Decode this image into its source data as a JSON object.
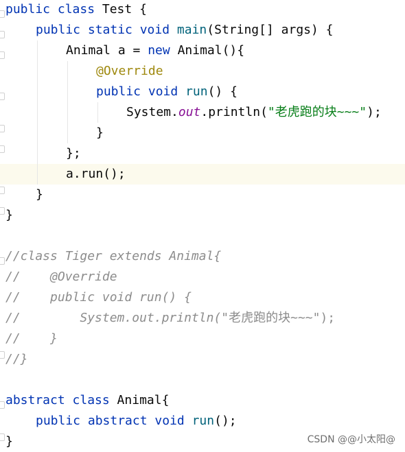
{
  "editor": {
    "current_line": 8,
    "lines": [
      {
        "indent": 0,
        "fold": "top",
        "tokens": [
          {
            "t": "public class",
            "c": "kw"
          },
          {
            "t": " Test {",
            "c": "txt"
          }
        ]
      },
      {
        "indent": 1,
        "fold": "top",
        "tokens": [
          {
            "t": "public static void",
            "c": "kw"
          },
          {
            "t": " ",
            "c": "txt"
          },
          {
            "t": "main",
            "c": "fn"
          },
          {
            "t": "(String[] args) {",
            "c": "txt"
          }
        ]
      },
      {
        "indent": 2,
        "fold": "top",
        "tokens": [
          {
            "t": "Animal a = ",
            "c": "txt"
          },
          {
            "t": "new",
            "c": "kw"
          },
          {
            "t": " Animal(){",
            "c": "txt"
          }
        ]
      },
      {
        "indent": 3,
        "tokens": [
          {
            "t": "@Override",
            "c": "ann"
          }
        ]
      },
      {
        "indent": 3,
        "fold": "top",
        "tokens": [
          {
            "t": "public void",
            "c": "kw"
          },
          {
            "t": " ",
            "c": "txt"
          },
          {
            "t": "run",
            "c": "fn"
          },
          {
            "t": "() {",
            "c": "txt"
          }
        ]
      },
      {
        "indent": 4,
        "tokens": [
          {
            "t": "System.",
            "c": "txt"
          },
          {
            "t": "out",
            "c": "fld"
          },
          {
            "t": ".println(",
            "c": "txt"
          },
          {
            "t": "\"老虎跑的块~~~\"",
            "c": "str"
          },
          {
            "t": ");",
            "c": "txt"
          }
        ]
      },
      {
        "indent": 3,
        "fold": "bottom",
        "tokens": [
          {
            "t": "}",
            "c": "txt"
          }
        ]
      },
      {
        "indent": 2,
        "fold": "bottom",
        "tokens": [
          {
            "t": "};",
            "c": "txt"
          }
        ]
      },
      {
        "indent": 2,
        "tokens": [
          {
            "t": "a.run();",
            "c": "txt"
          }
        ]
      },
      {
        "indent": 1,
        "fold": "bottom",
        "tokens": [
          {
            "t": "}",
            "c": "txt"
          }
        ]
      },
      {
        "indent": 0,
        "fold": "bottom",
        "tokens": [
          {
            "t": "}",
            "c": "txt"
          }
        ]
      },
      {
        "indent": 0,
        "tokens": []
      },
      {
        "indent": 0,
        "fold": "top",
        "tokens": [
          {
            "t": "//class Tiger extends Animal{",
            "c": "cmt"
          }
        ]
      },
      {
        "indent": 0,
        "tokens": [
          {
            "t": "//    @Override",
            "c": "cmt"
          }
        ]
      },
      {
        "indent": 0,
        "tokens": [
          {
            "t": "//    public void run() {",
            "c": "cmt"
          }
        ]
      },
      {
        "indent": 0,
        "tokens": [
          {
            "t": "//        System.out.println(",
            "c": "cmt"
          },
          {
            "t": "\"老虎跑的块~~~\");",
            "c": "cmtf"
          }
        ]
      },
      {
        "indent": 0,
        "tokens": [
          {
            "t": "//    }",
            "c": "cmt"
          }
        ]
      },
      {
        "indent": 0,
        "fold": "bottom",
        "tokens": [
          {
            "t": "//}",
            "c": "cmt"
          }
        ]
      },
      {
        "indent": 0,
        "tokens": []
      },
      {
        "indent": 0,
        "fold": "top",
        "tokens": [
          {
            "t": "abstract class",
            "c": "kw"
          },
          {
            "t": " Animal{",
            "c": "txt"
          }
        ]
      },
      {
        "indent": 1,
        "tokens": [
          {
            "t": "public abstract void",
            "c": "kw"
          },
          {
            "t": " ",
            "c": "txt"
          },
          {
            "t": "run",
            "c": "fn"
          },
          {
            "t": "();",
            "c": "txt"
          }
        ]
      },
      {
        "indent": 0,
        "fold": "bottom",
        "tokens": [
          {
            "t": "}",
            "c": "txt"
          }
        ]
      }
    ]
  },
  "watermark": "CSDN @@小太阳@"
}
